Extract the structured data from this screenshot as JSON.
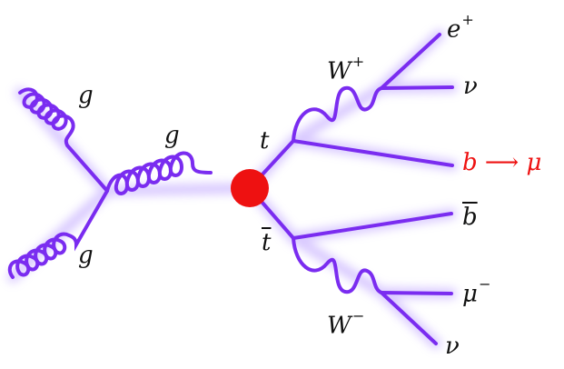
{
  "diagram": {
    "gluon_top_label": "g",
    "gluon_bottom_label": "g",
    "gluon_mid_label": "g",
    "top_label": "t",
    "antitop_label": "t",
    "w_plus_label": "W",
    "w_plus_sign": "+",
    "w_minus_label": "W",
    "w_minus_sign": "−",
    "positron_label": "e",
    "positron_sign": "+",
    "nu_top_label": "ν",
    "b_label": "b ⟶ μ",
    "bbar_label": "b",
    "muon_label": "μ",
    "muon_sign": "−",
    "nu_bottom_label": "ν"
  },
  "colors": {
    "line": "#7a2cf0",
    "glow": "#c9b3ff",
    "vertex": "#ee1111",
    "highlight_text": "#ee1111"
  }
}
